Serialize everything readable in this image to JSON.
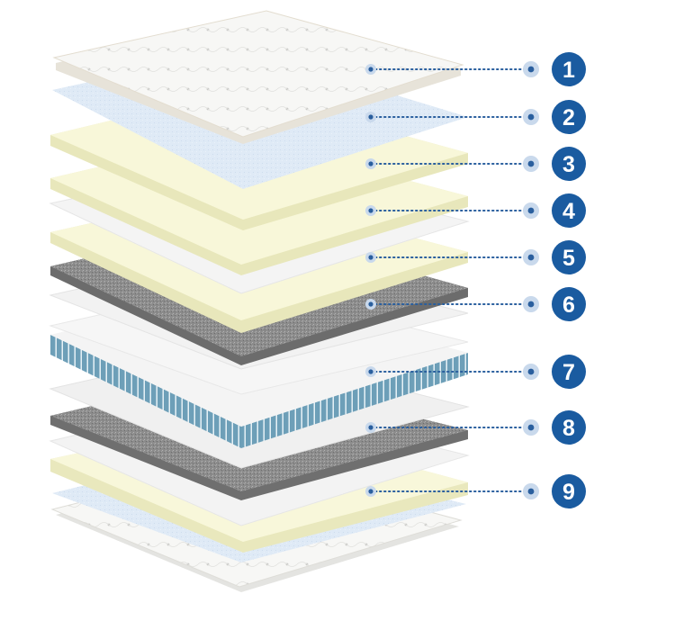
{
  "colors": {
    "accent": "#1a5ba0",
    "leader": "#2a5f9e",
    "leader_dot_halo": "#c9d9ec",
    "quilted_top": "#f6f6f4",
    "breathable_fabric": "#dde9f6",
    "latex_yellow": "#f7f6d6",
    "white_felt": "#f3f3f3",
    "grey_felt": "#8a8a8a",
    "pocket_springs": "#6fa0b8"
  },
  "callouts": [
    {
      "number": "1"
    },
    {
      "number": "2"
    },
    {
      "number": "3"
    },
    {
      "number": "4"
    },
    {
      "number": "5"
    },
    {
      "number": "6"
    },
    {
      "number": "7"
    },
    {
      "number": "8"
    },
    {
      "number": "9"
    }
  ]
}
